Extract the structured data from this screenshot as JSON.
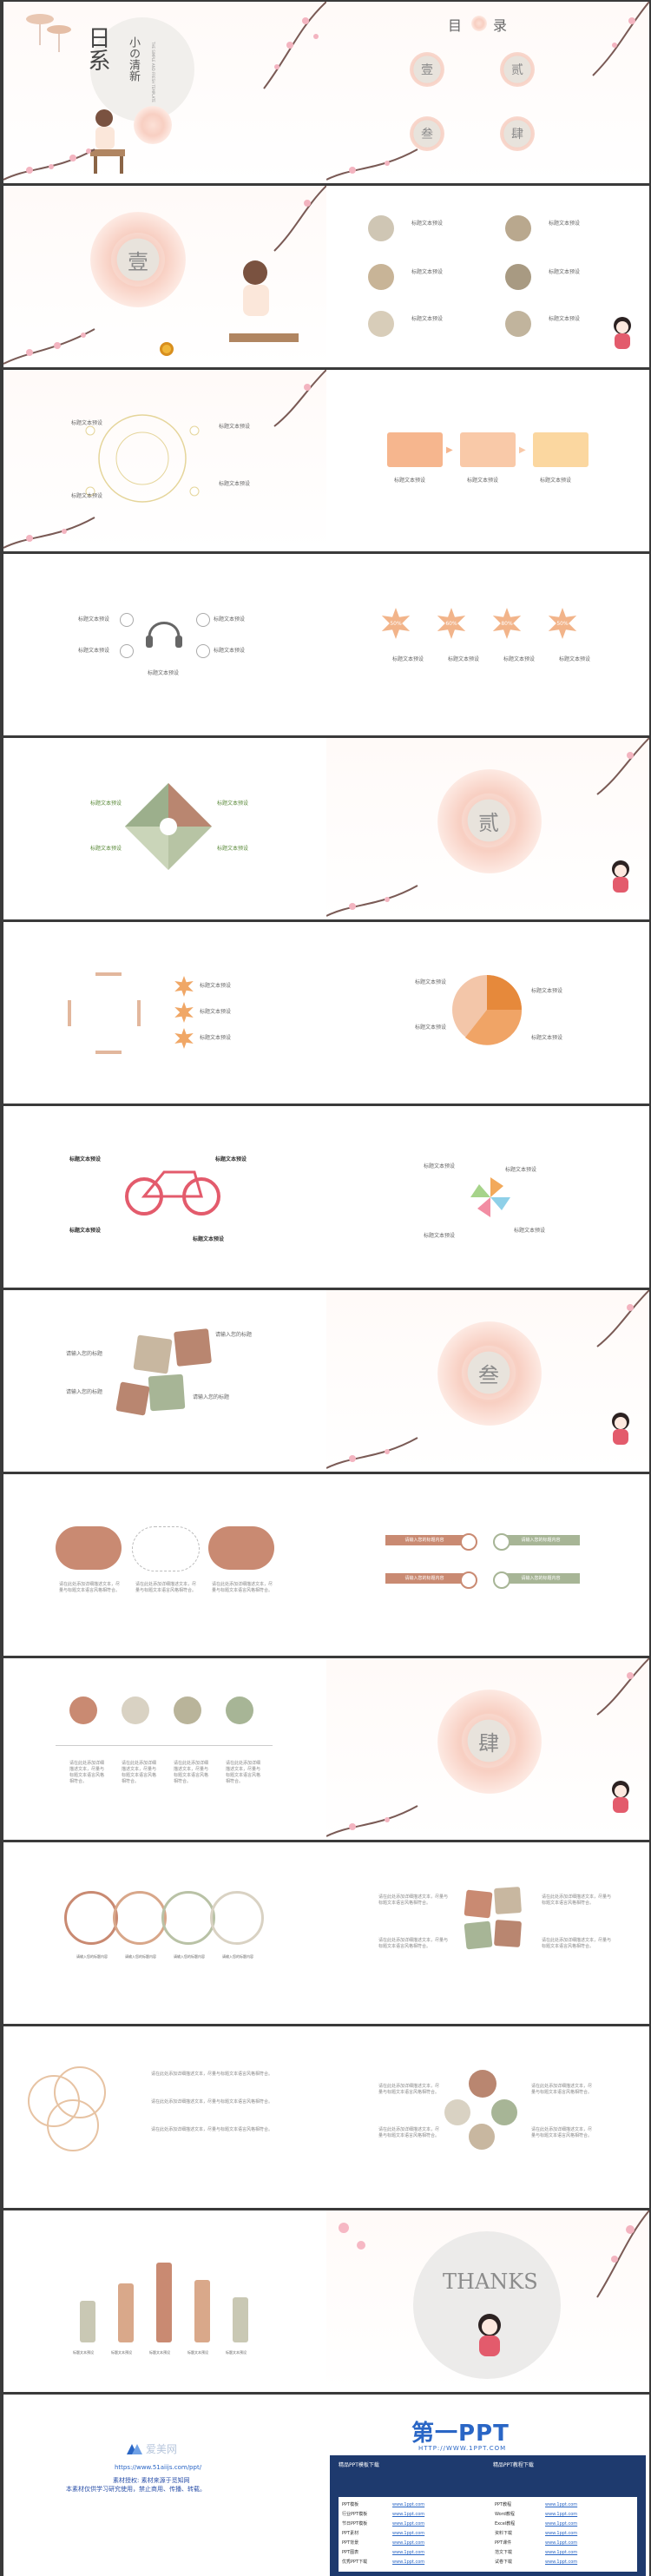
{
  "cover": {
    "title_chars": "日系",
    "subtitle": "小の清新",
    "vertical_text": "THE SIMPLE AND FRESH TEMPLATE"
  },
  "toc": {
    "title_left": "目",
    "title_right": "录",
    "items": [
      "壹",
      "贰",
      "叁",
      "肆"
    ]
  },
  "sections": {
    "one": "壹",
    "two": "贰",
    "three": "叁",
    "four": "肆"
  },
  "placeholder": {
    "title": "标题文本预设",
    "body": "请在此处添加详细描述文本，尽量与标题文本语言风格相符合。",
    "input": "请输入您的标题",
    "input_short": "请输入您的标题内容"
  },
  "stars": [
    "50%",
    "60%",
    "80%",
    "50%"
  ],
  "thanks": "THANKS",
  "credits": {
    "brand": "爱美网",
    "url": "https://www.51aiijs.com/ppt/",
    "line1": "素材授权: 素材来源于觅知网",
    "line2": "本素材仅供学习研究使用，禁止商用、传播、转载。"
  },
  "footer_ad": {
    "logo": "第一PPT",
    "url": "HTTP://WWW.1PPT.COM",
    "left_head": "精品PPT模板下载",
    "right_head": "精品PPT教程下载",
    "left_links": [
      "PPT模板",
      "行业PPT模板",
      "节日PPT模板",
      "PPT素材",
      "PPT背景",
      "PPT图表",
      "优秀PPT下载"
    ],
    "right_links": [
      "PPT教程",
      "Word教程",
      "Excel教程",
      "资料下载",
      "PPT课件",
      "范文下载",
      "试卷下载"
    ],
    "url_text": "www.1ppt.com"
  },
  "colors": {
    "peach": "#f2b48a",
    "orange": "#e6893b",
    "brown": "#b98670",
    "sage": "#a7b596",
    "beige": "#d9cdbf",
    "rose": "#e59a9a",
    "ad_blue": "#1e3a6e"
  }
}
